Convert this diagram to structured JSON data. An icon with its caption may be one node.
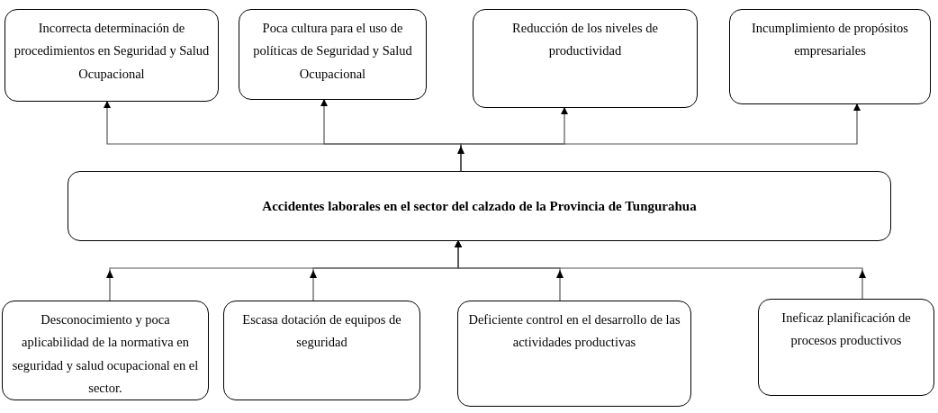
{
  "diagram": {
    "nodes": [
      {
        "text": [
          "Incorrecta determinación de procedimientos en Seguridad y Salud Ocupacional"
        ]
      },
      {
        "text": [
          "Poca cultura para el uso de políticas de Seguridad y Salud Ocupacional"
        ]
      },
      {
        "text": [
          "Reducción de los niveles de productividad"
        ]
      },
      {
        "text": [
          "Incumplimiento de propósitos empresariales"
        ]
      },
      {
        "text": [
          "Accidentes laborales en el sector del calzado de la Provincia de Tungurahua"
        ]
      },
      {
        "text": [
          "Desconocimiento y poca aplicabilidad de la normativa en seguridad y salud ocupacional en el sector."
        ]
      },
      {
        "text": [
          "Escasa dotación de equipos de seguridad"
        ]
      },
      {
        "text": [
          "Deficiente control en el desarrollo de las actividades productivas"
        ]
      },
      {
        "text": [
          "Ineficaz planificación de procesos productivos"
        ]
      }
    ],
    "edges": [
      {
        "from": 4,
        "to": 0,
        "arrow": "to"
      },
      {
        "from": 4,
        "to": 1,
        "arrow": "to"
      },
      {
        "from": 4,
        "to": 2,
        "arrow": "to"
      },
      {
        "from": 4,
        "to": 3,
        "arrow": "to"
      },
      {
        "from": 5,
        "to": 4,
        "arrow": "to"
      },
      {
        "from": 6,
        "to": 4,
        "arrow": "to"
      },
      {
        "from": 7,
        "to": 4,
        "arrow": "to"
      },
      {
        "from": 8,
        "to": 4,
        "arrow": "to"
      }
    ]
  }
}
